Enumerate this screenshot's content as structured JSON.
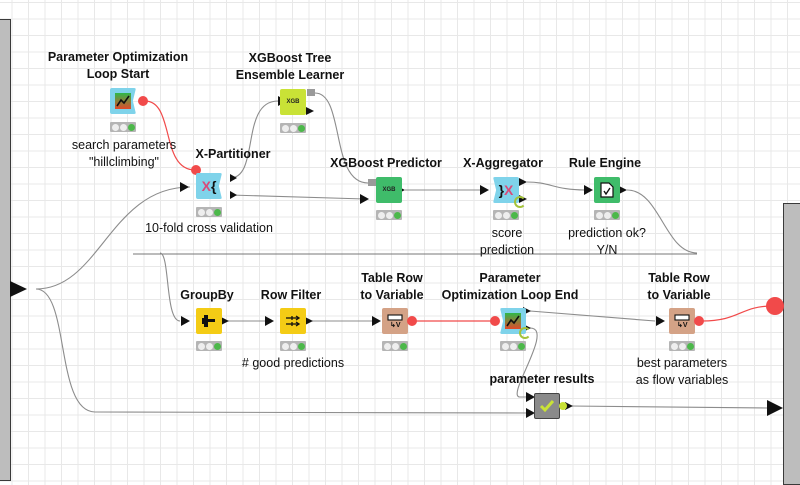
{
  "workflow": {
    "nodes": [
      {
        "id": "param-opt-start",
        "label": "Parameter Optimization\nLoop Start",
        "annotation": "search parameters\n\"hillclimbing\"",
        "color": "#7fd3ea",
        "icon": "chart-line-icon",
        "status": "executed"
      },
      {
        "id": "x-partitioner",
        "label": "X-Partitioner",
        "annotation": "10-fold cross validation",
        "color": "#7fd3ea",
        "icon": "x-brace-icon",
        "status": "executed"
      },
      {
        "id": "xgb-learner",
        "label": "XGBoost Tree\nEnsemble Learner",
        "annotation": "",
        "color": "#c9e236",
        "icon_text": "XGB",
        "status": "executed"
      },
      {
        "id": "xgb-predictor",
        "label": "XGBoost Predictor",
        "annotation": "",
        "color": "#3fbc6a",
        "icon_text": "XGB",
        "status": "executed"
      },
      {
        "id": "x-aggregator",
        "label": "X-Aggregator",
        "annotation": "score\nprediction",
        "color": "#7fd3ea",
        "icon": "brace-x-icon",
        "status": "executed"
      },
      {
        "id": "rule-engine",
        "label": "Rule Engine",
        "annotation": "prediction ok?\nY/N",
        "color": "#3fbc6a",
        "icon": "document-check-icon",
        "status": "executed"
      },
      {
        "id": "groupby",
        "label": "GroupBy",
        "annotation": "",
        "color": "#f4cc15",
        "icon": "groupby-icon",
        "status": "executed"
      },
      {
        "id": "row-filter",
        "label": "Row Filter",
        "annotation": "# good predictions",
        "color": "#f4cc15",
        "icon": "filter-arrows-icon",
        "status": "executed"
      },
      {
        "id": "table-row-to-var-1",
        "label": "Table Row\nto Variable",
        "annotation": "",
        "color": "#d4a286",
        "icon": "table-to-variable-icon",
        "status": "executed"
      },
      {
        "id": "param-opt-end",
        "label": "Parameter\nOptimization Loop End",
        "annotation": "",
        "color": "#7fd3ea",
        "icon": "chart-line-icon",
        "status": "executed"
      },
      {
        "id": "table-row-to-var-2",
        "label": "Table Row\nto Variable",
        "annotation": "best parameters\nas flow variables",
        "color": "#d4a286",
        "icon": "table-to-variable-icon",
        "status": "executed"
      },
      {
        "id": "parameter-results",
        "label": "parameter results",
        "annotation": "",
        "color": "#8a8a8a",
        "icon": "checkmark-icon",
        "status": "none"
      }
    ],
    "colors": {
      "flow_variable": "#f14a4a",
      "data_wire": "#8c8c8c",
      "status_green": "#4cb84a"
    }
  },
  "labels": {
    "param_opt_start_l1": "Parameter Optimization",
    "param_opt_start_l2": "Loop Start",
    "param_opt_start_a1": "search parameters",
    "param_opt_start_a2": "\"hillclimbing\"",
    "x_partitioner": "X-Partitioner",
    "x_partitioner_a": "10-fold cross validation",
    "xgb_learner_l1": "XGBoost Tree",
    "xgb_learner_l2": "Ensemble Learner",
    "xgb_icon_text": "XGB",
    "xgb_predictor": "XGBoost Predictor",
    "x_aggregator": "X-Aggregator",
    "x_aggregator_a1": "score",
    "x_aggregator_a2": "prediction",
    "rule_engine": "Rule Engine",
    "rule_engine_a1": "prediction ok?",
    "rule_engine_a2": "Y/N",
    "groupby": "GroupBy",
    "row_filter": "Row Filter",
    "row_filter_a": "# good predictions",
    "trv1_l1": "Table Row",
    "trv1_l2": "to Variable",
    "param_opt_end_l1": "Parameter",
    "param_opt_end_l2": "Optimization Loop End",
    "trv2_l1": "Table Row",
    "trv2_l2": "to Variable",
    "trv2_a1": "best parameters",
    "trv2_a2": "as flow variables",
    "parameter_results": "parameter results"
  }
}
